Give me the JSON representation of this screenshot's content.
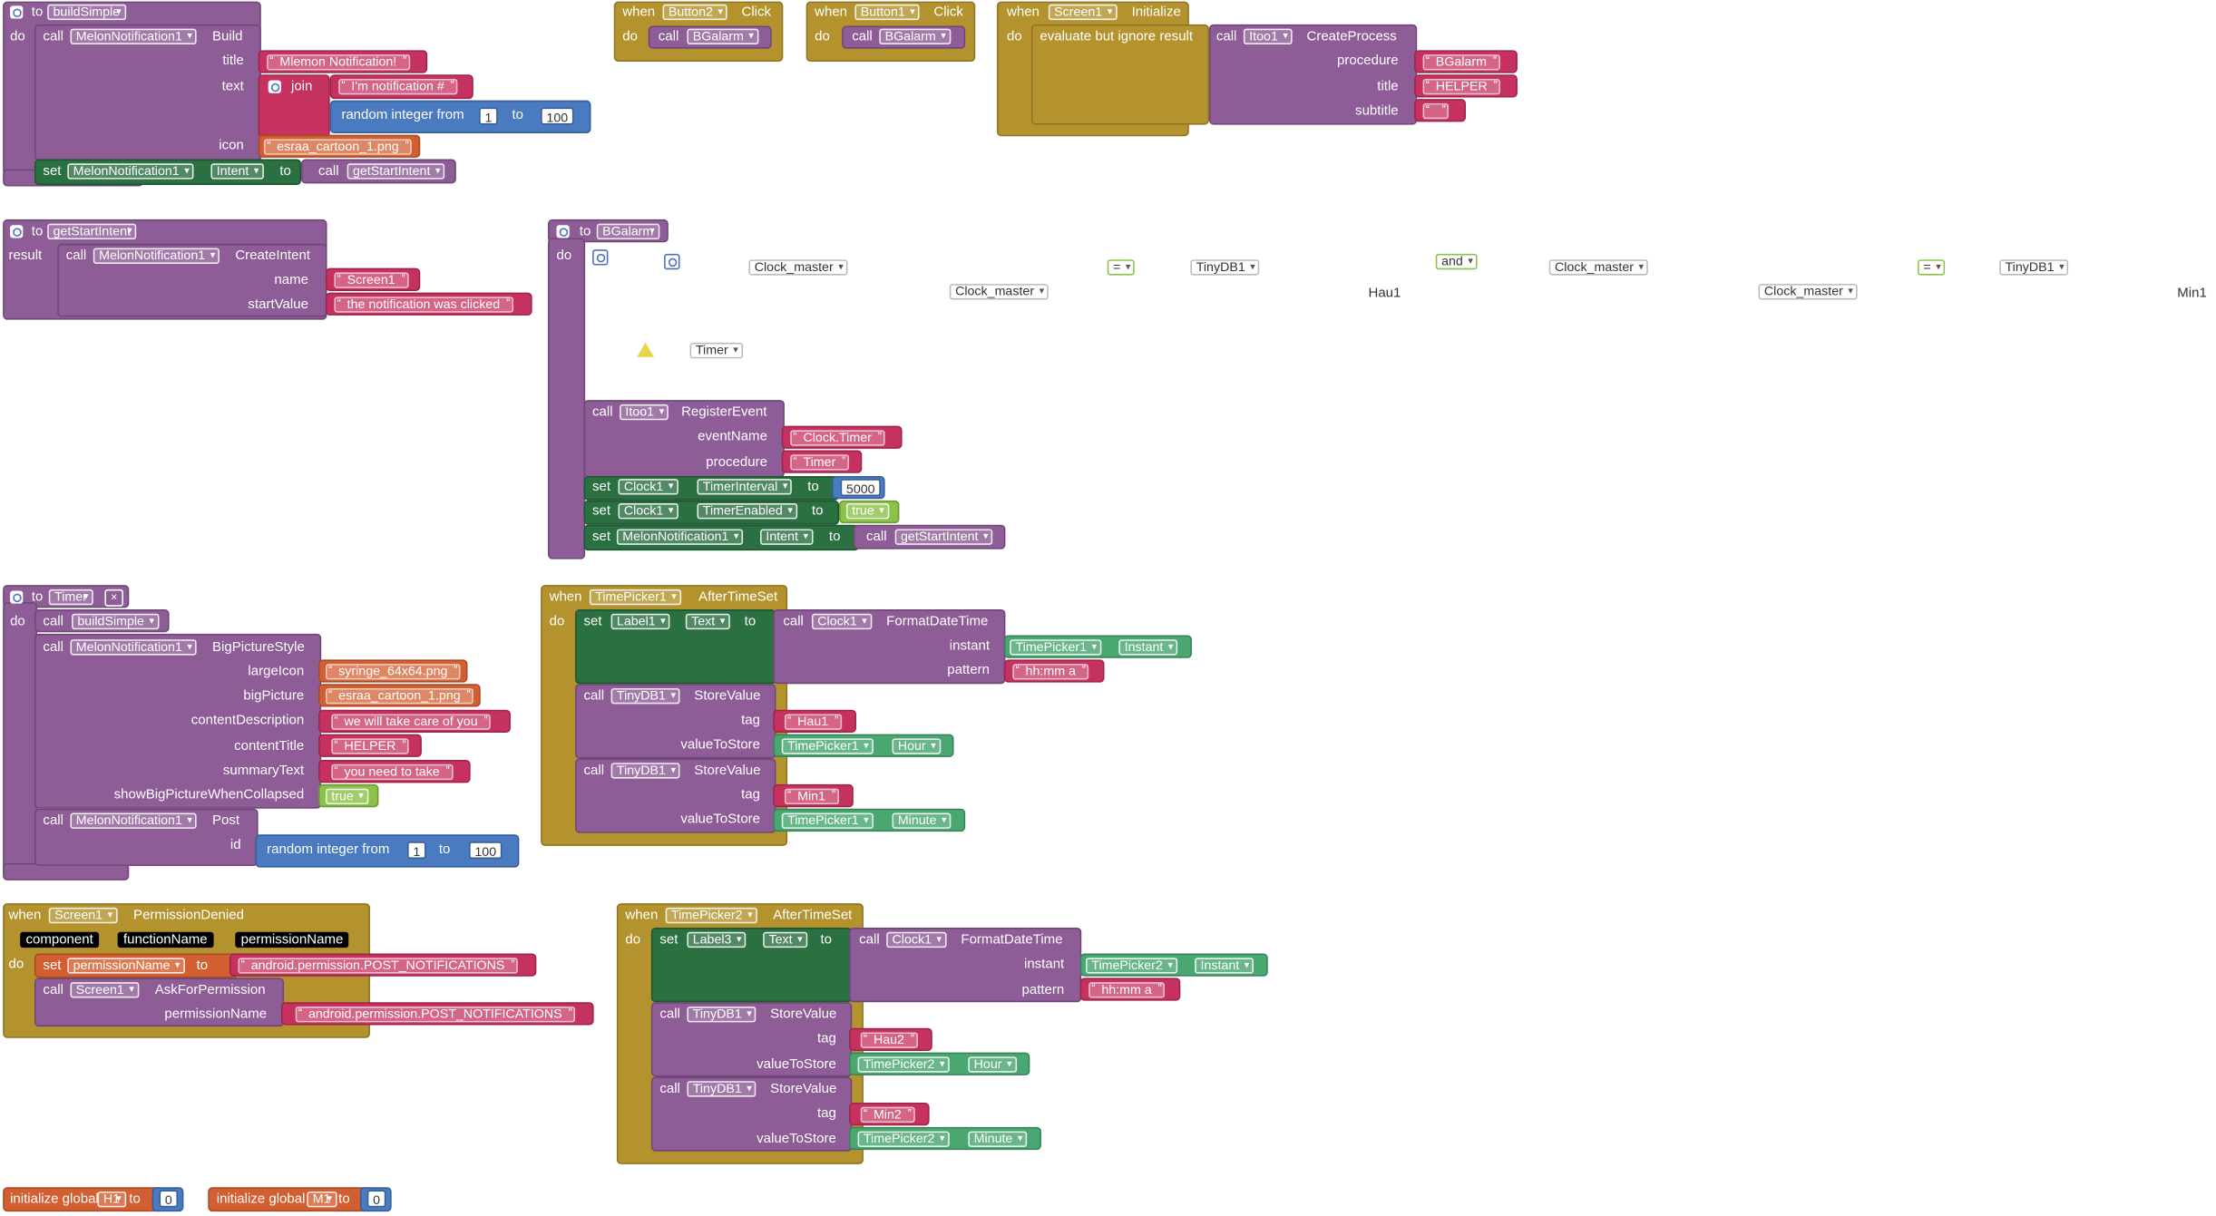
{
  "buildSimple": {
    "to": "to",
    "name": "buildSimple",
    "do": "do",
    "call": "call",
    "component": "MelonNotification1",
    "method": "Build",
    "title_label": "title",
    "title_value": "Mlemon Notification!",
    "text_label": "text",
    "join": "join",
    "join_text": "I'm notification #",
    "random_label": "random integer from",
    "rand_from": "1",
    "to_word": "to",
    "rand_to": "100",
    "icon_label": "icon",
    "icon_value": "esraa_cartoon_1.png",
    "set": "set",
    "set_component": "MelonNotification1",
    "set_property": "Intent",
    "set_to": "to",
    "set_call": "call",
    "set_call_proc": "getStartIntent"
  },
  "button2_click": {
    "when": "when",
    "component": "Button2",
    "event": "Click",
    "do": "do",
    "call": "call",
    "proc": "BGalarm"
  },
  "button1_click": {
    "when": "when",
    "component": "Button1",
    "event": "Click",
    "do": "do",
    "call": "call",
    "proc": "BGalarm"
  },
  "screen1_init": {
    "when": "when",
    "component": "Screen1",
    "event": "Initialize",
    "do": "do",
    "eval": "evaluate but ignore result",
    "call": "call",
    "call_component": "Itoo1",
    "method": "CreateProcess",
    "procedure_label": "procedure",
    "procedure_value": "BGalarm",
    "title_label": "title",
    "title_value": "HELPER",
    "subtitle_label": "subtitle",
    "subtitle_value": ""
  },
  "getStartIntent": {
    "to": "to",
    "name": "getStartIntent",
    "result": "result",
    "call": "call",
    "component": "MelonNotification1",
    "method": "CreateIntent",
    "name_label": "name",
    "name_value": "Screen1",
    "start_label": "startValue",
    "start_value": "the notification was clicked"
  },
  "bgalarm": {
    "to": "to",
    "name": "BGalarm",
    "do": "do",
    "ghost1": "Clock_master",
    "ghost2": "Clock_master",
    "eq1": "=",
    "tiny1": "TinyDB1",
    "hau": "Hau1",
    "and": "and",
    "ghost3": "Clock_master",
    "ghost4": "Clock_master",
    "eq2": "=",
    "tiny2": "TinyDB1",
    "min": "Min1",
    "timer": "Timer",
    "call": "call",
    "register_component": "Itoo1",
    "register_method": "RegisterEvent",
    "event_label": "eventName",
    "event_value": "Clock.Timer",
    "procedure_label": "procedure",
    "procedure_value": "Timer",
    "set": "set",
    "set1_component": "Clock1",
    "set1_property": "TimerInterval",
    "set1_to": "to",
    "set1_value": "5000",
    "set2_component": "Clock1",
    "set2_property": "TimerEnabled",
    "set2_to": "to",
    "set2_value": "true",
    "set3_component": "MelonNotification1",
    "set3_property": "Intent",
    "set3_to": "to",
    "set3_call": "call",
    "set3_proc": "getStartIntent"
  },
  "timer": {
    "to": "to",
    "name": "Timer",
    "do": "do",
    "call": "call",
    "proc": "buildSimple",
    "big_component": "MelonNotification1",
    "big_method": "BigPictureStyle",
    "largeicon_label": "largeIcon",
    "largeicon_value": "syringe_64x64.png",
    "bigpicture_label": "bigPicture",
    "bigpicture_value": "esraa_cartoon_1.png",
    "desc_label": "contentDescription",
    "desc_value": "we will take care of you",
    "ctitle_label": "contentTitle",
    "ctitle_value": "HELPER",
    "summary_label": "summaryText",
    "summary_value": "you need to take",
    "show_label": "showBigPictureWhenCollapsed",
    "show_value": "true",
    "post_component": "MelonNotification1",
    "post_method": "Post",
    "id_label": "id",
    "random_label": "random integer from",
    "rand_from": "1",
    "to_word": "to",
    "rand_to": "100"
  },
  "timepicker1": {
    "when": "when",
    "component": "TimePicker1",
    "event": "AfterTimeSet",
    "do": "do",
    "set": "set",
    "label": "Label1",
    "property": "Text",
    "to": "to",
    "call": "call",
    "clock": "Clock1",
    "method": "FormatDateTime",
    "instant_label": "instant",
    "instant_component": "TimePicker1",
    "instant_prop": "Instant",
    "pattern_label": "pattern",
    "pattern_value": "hh:mm a",
    "store1_component": "TinyDB1",
    "store_method": "StoreValue",
    "tag_label": "tag",
    "tag1": "Hau1",
    "value_label": "valueToStore",
    "value1_component": "TimePicker1",
    "value1_prop": "Hour",
    "store2_component": "TinyDB1",
    "tag2": "Min1",
    "value2_component": "TimePicker1",
    "value2_prop": "Minute"
  },
  "timepicker2": {
    "when": "when",
    "component": "TimePicker2",
    "event": "AfterTimeSet",
    "do": "do",
    "set": "set",
    "label": "Label3",
    "property": "Text",
    "to": "to",
    "call": "call",
    "clock": "Clock1",
    "method": "FormatDateTime",
    "instant_label": "instant",
    "instant_component": "TimePicker2",
    "instant_prop": "Instant",
    "pattern_label": "pattern",
    "pattern_value": "hh:mm a",
    "store1_component": "TinyDB1",
    "store_method": "StoreValue",
    "tag_label": "tag",
    "tag1": "Hau2",
    "value_label": "valueToStore",
    "value1_component": "TimePicker2",
    "value1_prop": "Hour",
    "store2_component": "TinyDB1",
    "tag2": "Min2",
    "value2_component": "TimePicker2",
    "value2_prop": "Minute"
  },
  "permission": {
    "when": "when",
    "component": "Screen1",
    "event": "PermissionDenied",
    "param1": "component",
    "param2": "functionName",
    "param3": "permissionName",
    "do": "do",
    "set": "set",
    "var": "permissionName",
    "to": "to",
    "value": "android.permission.POST_NOTIFICATIONS",
    "call": "call",
    "call_component": "Screen1",
    "method": "AskForPermission",
    "perm_label": "permissionName",
    "perm_value": "android.permission.POST_NOTIFICATIONS"
  },
  "globals": [
    {
      "label": "initialize global",
      "name": "H1",
      "to": "to",
      "value": "0"
    },
    {
      "label": "initialize global",
      "name": "M1",
      "to": "to",
      "value": "0"
    }
  ],
  "colors": {
    "procedure": "#8e5d98",
    "event": "#b4932e",
    "setter": "#2a7041",
    "math": "#4a7bc1",
    "text": "#c6325f",
    "variable": "#d25f31",
    "component": "#4aa772",
    "logic": "#8bc34a"
  },
  "icons": {
    "mutator": "gear-icon",
    "warning": "warning-icon",
    "dropdown": "chevron-down-icon"
  }
}
